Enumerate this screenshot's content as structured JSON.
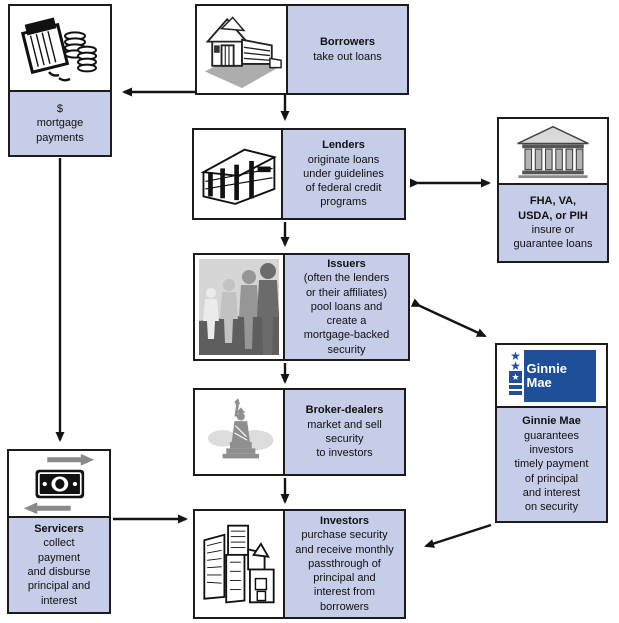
{
  "colors": {
    "label_bg": "#c5cde8",
    "border": "#1c1c1c",
    "arrow": "#141414",
    "ginnie_blue": "#1f4f9a"
  },
  "nodes": {
    "mortgage_payments": {
      "icon": "money-stack-icon",
      "body": "$\nmortgage\npayments"
    },
    "borrowers": {
      "icon": "house-icon",
      "title": "Borrowers",
      "body": "take out loans"
    },
    "lenders": {
      "icon": "office-building-icon",
      "title": "Lenders",
      "body": "originate loans\nunder guidelines\nof federal credit\nprograms"
    },
    "fha": {
      "icon": "bank-building-icon",
      "title": "FHA, VA,\nUSDA, or PIH",
      "body": "insure or\nguarantee loans"
    },
    "issuers": {
      "icon": "business-people-icon",
      "title": "Issuers",
      "body": "(often the lenders\nor their affiliates)\npool loans and\ncreate a\nmortgage-backed\nsecurity"
    },
    "broker_dealers": {
      "icon": "statue-of-liberty-icon",
      "title": "Broker-dealers",
      "body": "market and sell\nsecurity\nto investors"
    },
    "investors": {
      "icon": "city-buildings-icon",
      "title": "Investors",
      "body": "purchase security\nand receive monthly\npassthrough of\nprincipal and\ninterest from\nborrowers"
    },
    "ginnie_mae": {
      "icon": "ginnie-mae-logo",
      "logo_text": "Ginnie\nMae",
      "title": "Ginnie Mae",
      "body": "guarantees\ninvestors\ntimely payment\nof principal\nand interest\non security"
    },
    "servicers": {
      "icon": "dollar-bill-icon",
      "title": "Servicers",
      "body": "collect\npayment\nand disburse\nprincipal and\ninterest"
    }
  },
  "arrows": [
    {
      "name": "borrowers-to-mortgage-payments",
      "from": "borrowers",
      "to": "mortgage_payments",
      "bidirectional": false
    },
    {
      "name": "borrowers-to-lenders",
      "from": "borrowers",
      "to": "lenders",
      "bidirectional": false
    },
    {
      "name": "mortgage-payments-to-servicers",
      "from": "mortgage_payments",
      "to": "servicers",
      "bidirectional": false
    },
    {
      "name": "lenders-fha",
      "from": "lenders",
      "to": "fha",
      "bidirectional": true
    },
    {
      "name": "lenders-to-issuers",
      "from": "lenders",
      "to": "issuers",
      "bidirectional": false
    },
    {
      "name": "issuers-ginnie-mae",
      "from": "issuers",
      "to": "ginnie_mae",
      "bidirectional": true
    },
    {
      "name": "issuers-to-broker-dealers",
      "from": "issuers",
      "to": "broker_dealers",
      "bidirectional": false
    },
    {
      "name": "broker-dealers-to-investors",
      "from": "broker_dealers",
      "to": "investors",
      "bidirectional": false
    },
    {
      "name": "ginnie-mae-to-investors",
      "from": "ginnie_mae",
      "to": "investors",
      "bidirectional": false
    },
    {
      "name": "servicers-to-investors",
      "from": "servicers",
      "to": "investors",
      "bidirectional": false
    }
  ]
}
